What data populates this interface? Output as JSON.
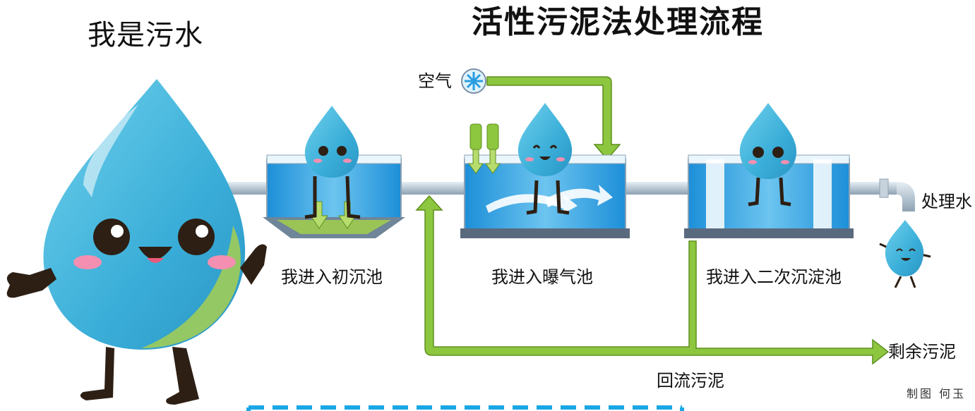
{
  "title": "活性污泥法处理流程",
  "mascot_caption": "我是污水",
  "inputs": {
    "air": "空气"
  },
  "stages": [
    {
      "id": "primary",
      "label": "我进入初沉池"
    },
    {
      "id": "aeration",
      "label": "我进入曝气池"
    },
    {
      "id": "secondary",
      "label": "我进入二次沉淀池"
    }
  ],
  "outputs": {
    "treated": "处理水",
    "excess": "剩余污泥",
    "return": "回流污泥"
  },
  "credit": "制图 何玉",
  "colors": {
    "pipe_green": "#8dc63f",
    "water_blue": "#2a9de0",
    "drop_blue": "#46b8dc",
    "tank_frame": "#5a6a7e",
    "dashed_box": "#1aa7e6"
  }
}
